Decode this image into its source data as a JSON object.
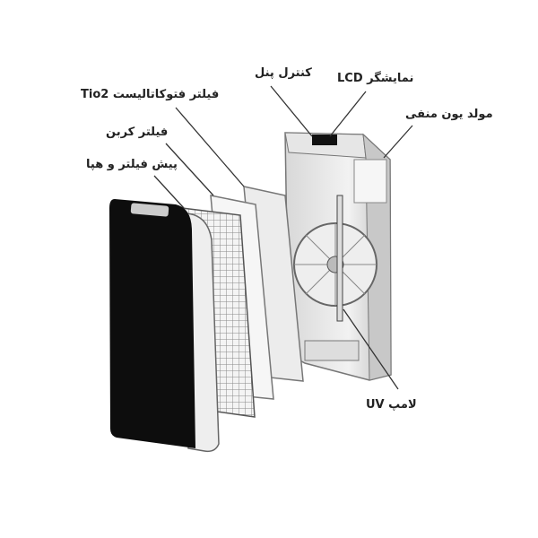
{
  "labels": {
    "control_panel": "کنترل پنل",
    "lcd_display": "نمایشگر LCD",
    "tio2_filter": "فیلتر فتوکاتالیست Tio2",
    "negative_ion": "مولد یون منفی",
    "carbon_filter": "فیلتر کربن",
    "prefilter_hepa": "پیش فیلتر و هپا",
    "uv_lamp": "لامپ UV"
  }
}
